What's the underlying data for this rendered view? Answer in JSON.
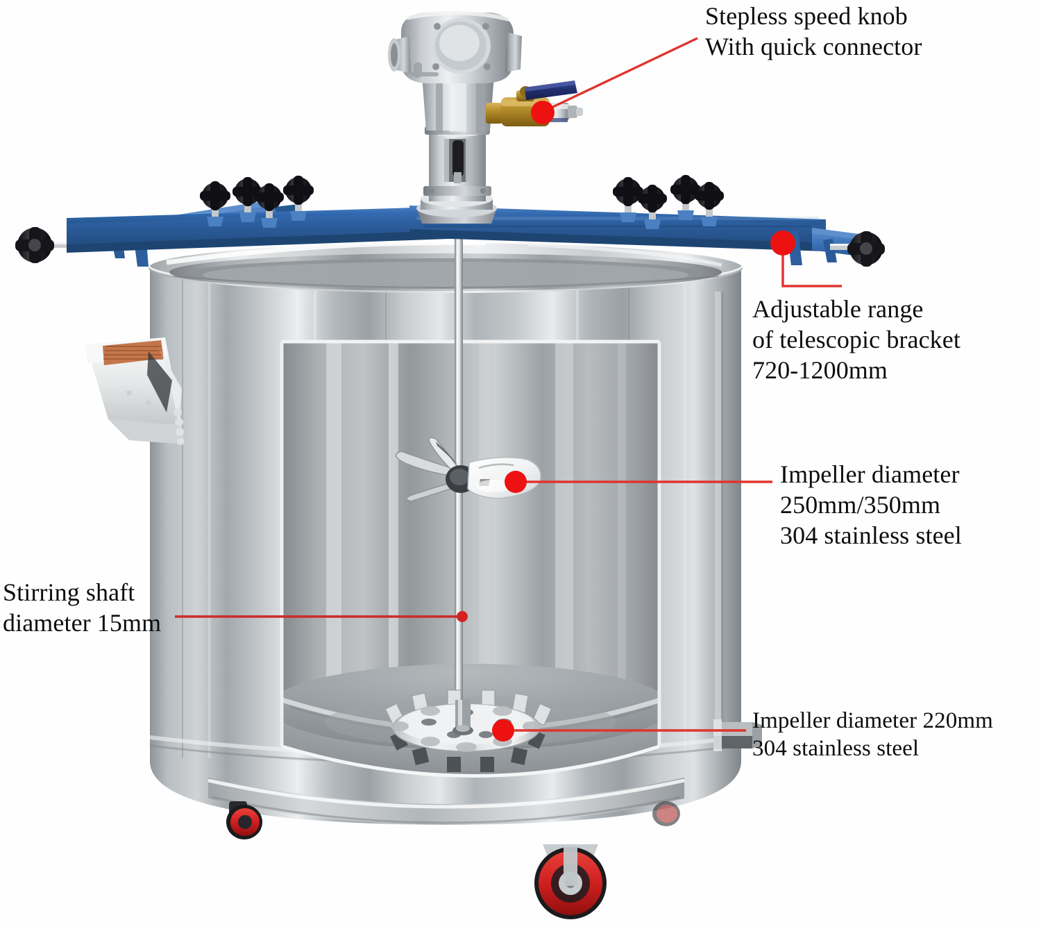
{
  "image": {
    "subject": "Industrial pneumatic mixer with stainless steel mixing tank",
    "background_color": "#ffffff"
  },
  "annotations": [
    {
      "id": "stepless-speed-knob",
      "text": "Stepless speed knob\nWith quick connector",
      "marker_color": "#ee1111",
      "leader": "diagonal",
      "target": "pneumatic ball valve with quick connector at motor head"
    },
    {
      "id": "telescopic-bracket",
      "text": "Adjustable range\nof telescopic bracket\n720-1200mm",
      "marker_color": "#ee1111",
      "leader": "elbow",
      "target": "blue telescopic cross bracket right arm"
    },
    {
      "id": "impeller-upper",
      "text": "Impeller diameter\n250mm/350mm\n304 stainless steel",
      "marker_color": "#ee1111",
      "leader": "straight",
      "target": "upper three blade propeller impeller"
    },
    {
      "id": "stirring-shaft",
      "text": "Stirring shaft\ndiameter 15mm",
      "marker_color": "#cc2222",
      "leader": "straight",
      "target": "vertical stirring shaft"
    },
    {
      "id": "impeller-lower",
      "text": "Impeller diameter 220mm\n304 stainless steel",
      "marker_color": "#ee1111",
      "leader": "straight",
      "target": "lower sawtooth dispersion disc impeller"
    }
  ],
  "parts": {
    "motor_head": {
      "name": "pneumatic motor housing",
      "color": "#c9ced4"
    },
    "ball_valve": {
      "name": "brass ball valve",
      "color": "#b8912f",
      "lever_color": "#27357e"
    },
    "quick_connector": {
      "name": "quick connector",
      "color": "#c3c9d0"
    },
    "gearbox": {
      "name": "gearbox barrel",
      "color": "#cfd4da"
    },
    "bracket": {
      "name": "telescopic bracket",
      "color": "#2e63a8",
      "knob_color": "#1c1c20",
      "knob_count_left": 4,
      "knob_count_right": 4
    },
    "tank": {
      "name": "stainless steel mixing tank",
      "color": "#b6bbbf",
      "rim_color": "#dfe3e5"
    },
    "cutaway": {
      "name": "tank cutaway window"
    },
    "handle": {
      "name": "side lift handle",
      "label_color": "#c4764a"
    },
    "drain": {
      "name": "drain spout",
      "color": "#9aa0a4"
    },
    "shaft": {
      "name": "stirring shaft",
      "color": "#9fa5aa"
    },
    "upper_impeller": {
      "name": "propeller impeller",
      "color": "#f2f3f4"
    },
    "lower_impeller": {
      "name": "dispersion disc impeller",
      "color": "#e9eaec"
    },
    "casters": {
      "name": "swivel casters",
      "wheel_color": "#cf1f20",
      "bracket_color": "#b9bdc0",
      "count": 3
    }
  }
}
